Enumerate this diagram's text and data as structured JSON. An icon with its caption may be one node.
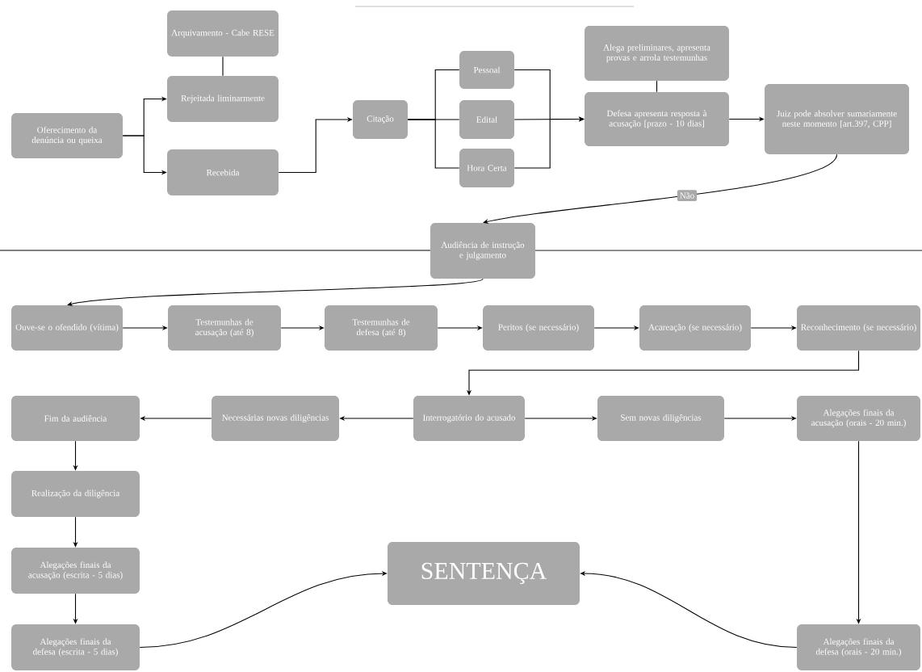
{
  "diagram": {
    "nodes": [
      {
        "text": [
          "Oferecimento da denúncia ou queixa"
        ]
      },
      {
        "text": [
          "Arquivamento - Cabe RESE"
        ]
      },
      {
        "text": [
          "Rejeitada liminarmente"
        ]
      },
      {
        "text": [
          "Recebida"
        ]
      },
      {
        "text": [
          "Citação"
        ]
      },
      {
        "text": [
          "Pessoal"
        ]
      },
      {
        "text": [
          "Edital"
        ]
      },
      {
        "text": [
          "Hora Certa"
        ]
      },
      {
        "text": [
          "Alega preliminares, apresenta provas e arrola testemunhas"
        ]
      },
      {
        "text": [
          "Defesa apresenta resposta à acusação [prazo - 10 dias]"
        ]
      },
      {
        "text": [
          "Juiz pode absolver sumariamente neste momento [art.397, CPP]"
        ]
      },
      {
        "text": [
          "Audiência de instrução e julgamento"
        ]
      },
      {
        "text": [
          "Ouve-se o ofendido (vítima)"
        ]
      },
      {
        "text": [
          "Testemunhas de acusação (até 8)"
        ]
      },
      {
        "text": [
          "Testemunhas de defesa (até 8)"
        ]
      },
      {
        "text": [
          "Peritos (se necessário)"
        ]
      },
      {
        "text": [
          "Acareação (se necessário)"
        ]
      },
      {
        "text": [
          "Reconhecimento (se necessário)"
        ]
      },
      {
        "text": [
          "Fim da audiência"
        ]
      },
      {
        "text": [
          "Necessárias novas diligências"
        ]
      },
      {
        "text": [
          "Interrogatório do acusado"
        ]
      },
      {
        "text": [
          "Sem novas diligências"
        ]
      },
      {
        "text": [
          "Alegações finais da acusação (orais - 20 min.)"
        ]
      },
      {
        "text": [
          "Realização da diligência"
        ]
      },
      {
        "text": [
          "Alegações finais da acusação (escrita - 5 dias)"
        ]
      },
      {
        "text": [
          "SENTENÇA"
        ]
      },
      {
        "text": [
          "Alegações finais da defesa (escrita - 5 dias)"
        ]
      },
      {
        "text": [
          "Alegações finais da defesa (orais - 20 min.)"
        ]
      }
    ],
    "edges": [
      {
        "from": 0,
        "to": 2,
        "arrow": "to"
      },
      {
        "from": 0,
        "to": 3,
        "arrow": "to"
      },
      {
        "from": 1,
        "to": 2,
        "arrow": "none"
      },
      {
        "from": 3,
        "to": 4,
        "arrow": "to"
      },
      {
        "from": 4,
        "to": 5,
        "arrow": "none"
      },
      {
        "from": 4,
        "to": 6,
        "arrow": "none"
      },
      {
        "from": 4,
        "to": 7,
        "arrow": "none"
      },
      {
        "from": 5,
        "to": 9,
        "arrow": "to"
      },
      {
        "from": 6,
        "to": 9,
        "arrow": "to"
      },
      {
        "from": 7,
        "to": 9,
        "arrow": "to"
      },
      {
        "from": 8,
        "to": 9,
        "arrow": "none"
      },
      {
        "from": 9,
        "to": 10,
        "arrow": "to"
      },
      {
        "from": 10,
        "to": 11,
        "arrow": "to",
        "label": "Não"
      },
      {
        "from": 11,
        "to": 12,
        "arrow": "to"
      },
      {
        "from": 12,
        "to": 13,
        "arrow": "to"
      },
      {
        "from": 13,
        "to": 14,
        "arrow": "to"
      },
      {
        "from": 14,
        "to": 15,
        "arrow": "to"
      },
      {
        "from": 15,
        "to": 16,
        "arrow": "to"
      },
      {
        "from": 16,
        "to": 17,
        "arrow": "to"
      },
      {
        "from": 17,
        "to": 20,
        "arrow": "to"
      },
      {
        "from": 20,
        "to": 19,
        "arrow": "to"
      },
      {
        "from": 19,
        "to": 18,
        "arrow": "to"
      },
      {
        "from": 20,
        "to": 21,
        "arrow": "to"
      },
      {
        "from": 21,
        "to": 22,
        "arrow": "to"
      },
      {
        "from": 18,
        "to": 23,
        "arrow": "to"
      },
      {
        "from": 23,
        "to": 24,
        "arrow": "to"
      },
      {
        "from": 24,
        "to": 26,
        "arrow": "to"
      },
      {
        "from": 22,
        "to": 27,
        "arrow": "to"
      },
      {
        "from": 26,
        "to": 25,
        "arrow": "to"
      },
      {
        "from": 27,
        "to": 25,
        "arrow": "to"
      }
    ]
  }
}
